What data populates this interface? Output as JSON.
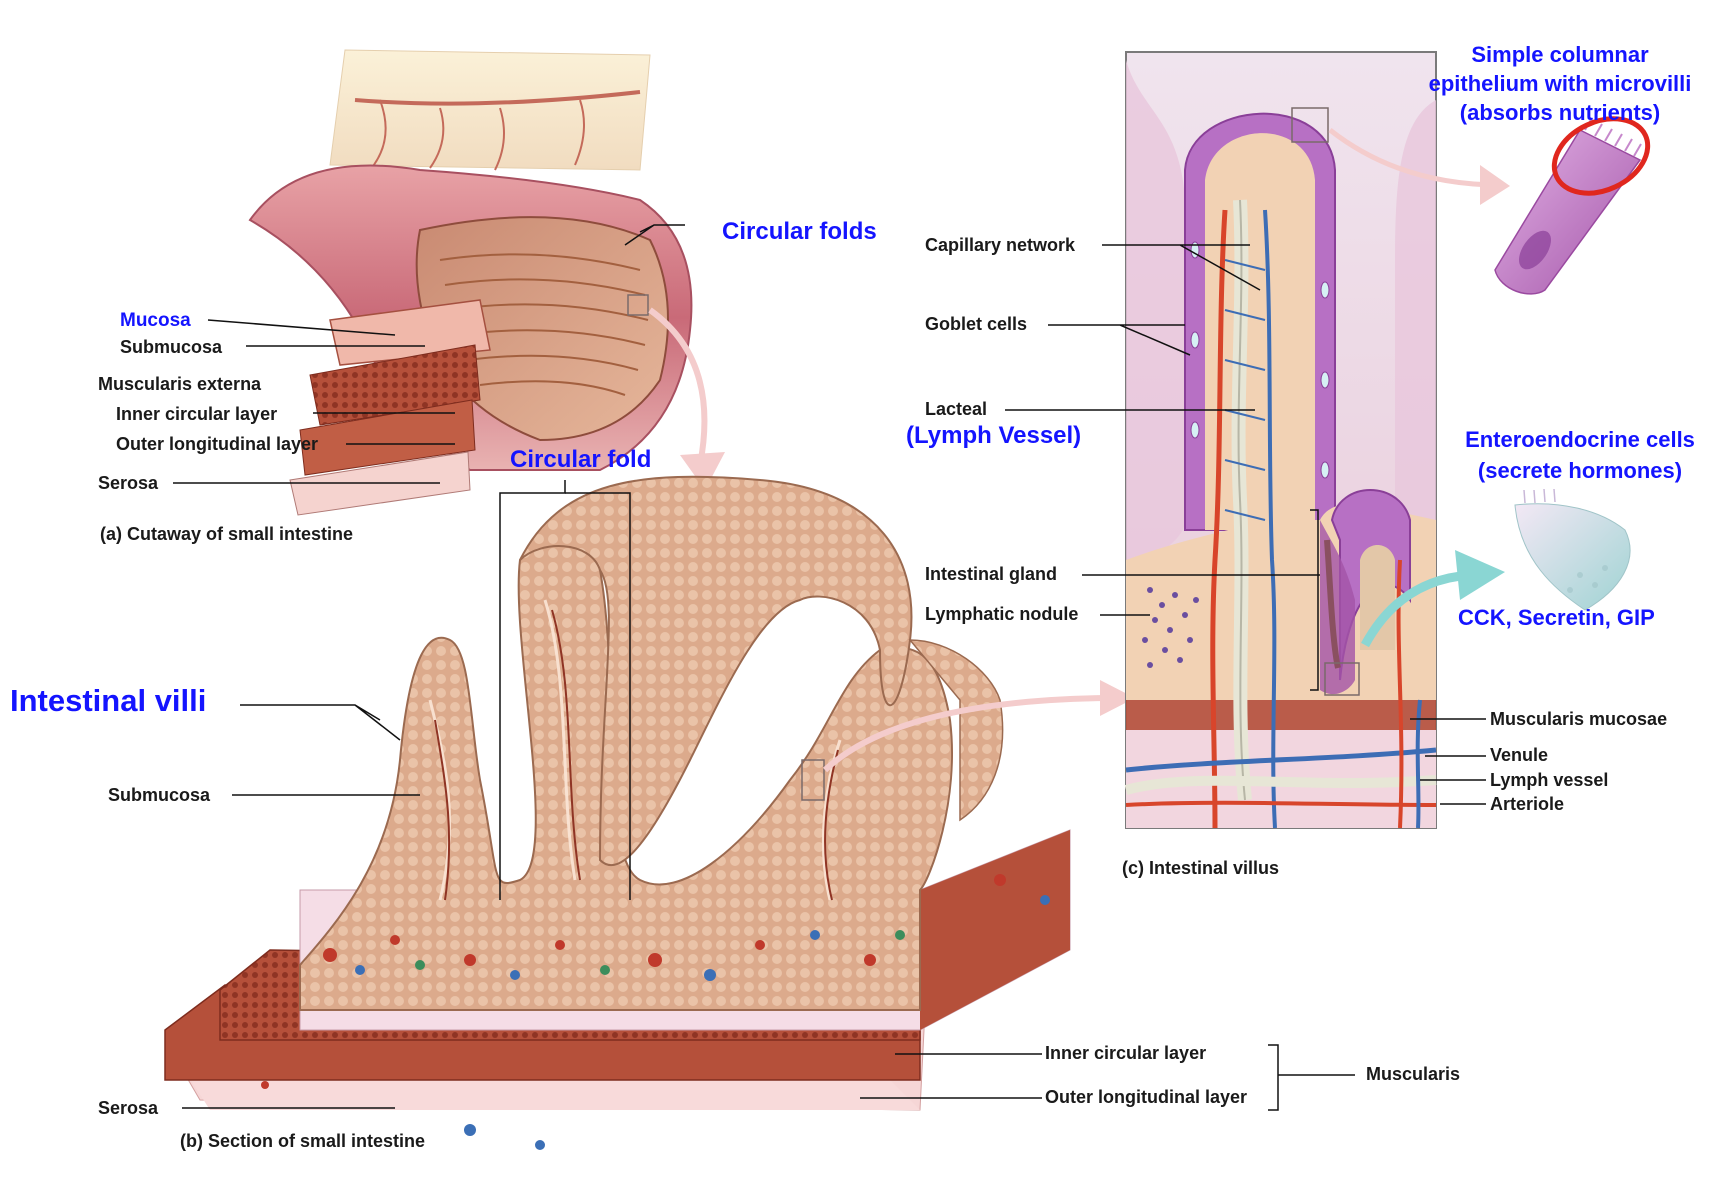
{
  "labels": {
    "circular_folds": "Circular folds",
    "mucosa": "Mucosa",
    "submucosa_a": "Submucosa",
    "muscularis_externa": "Muscularis externa",
    "inner_circular_a": "Inner circular layer",
    "outer_longitudinal_a": "Outer longitudinal layer",
    "serosa_a": "Serosa",
    "caption_a": "(a) Cutaway of small intestine",
    "circular_fold": "Circular fold",
    "intestinal_villi": "Intestinal villi",
    "submucosa_b": "Submucosa",
    "serosa_b": "Serosa",
    "caption_b": "(b) Section of small intestine",
    "inner_circular_b": "Inner circular layer",
    "outer_longitudinal_b": "Outer longitudinal layer",
    "muscularis": "Muscularis",
    "capillary_network": "Capillary network",
    "goblet_cells": "Goblet cells",
    "lacteal": "Lacteal",
    "lymph_vessel_blue": "(Lymph Vessel)",
    "intestinal_gland": "Intestinal gland",
    "lymphatic_nodule": "Lymphatic nodule",
    "muscularis_mucosae": "Muscularis mucosae",
    "venule": "Venule",
    "lymph_vessel": "Lymph vessel",
    "arteriole": "Arteriole",
    "caption_c": "(c) Intestinal villus",
    "simple_columnar": [
      "Simple columnar",
      "epithelium with microvilli",
      "(absorbs nutrients)"
    ],
    "enteroendocrine": [
      "Enteroendocrine cells",
      "(secrete hormones)"
    ],
    "hormones": "CCK, Secretin, GIP"
  },
  "colors": {
    "blue_label": "#1414ff",
    "black_label": "#1a1a1a",
    "muscle": "#b5503a",
    "mucosa_pink": "#f2c7c2",
    "villus_tan": "#d9a98a",
    "capillary_red": "#d8452b",
    "venule_blue": "#3d6db5",
    "lacteal_cream": "#e7e6d6",
    "epithelium_purple": "#b770c4",
    "highlight_red": "#e0271e"
  }
}
